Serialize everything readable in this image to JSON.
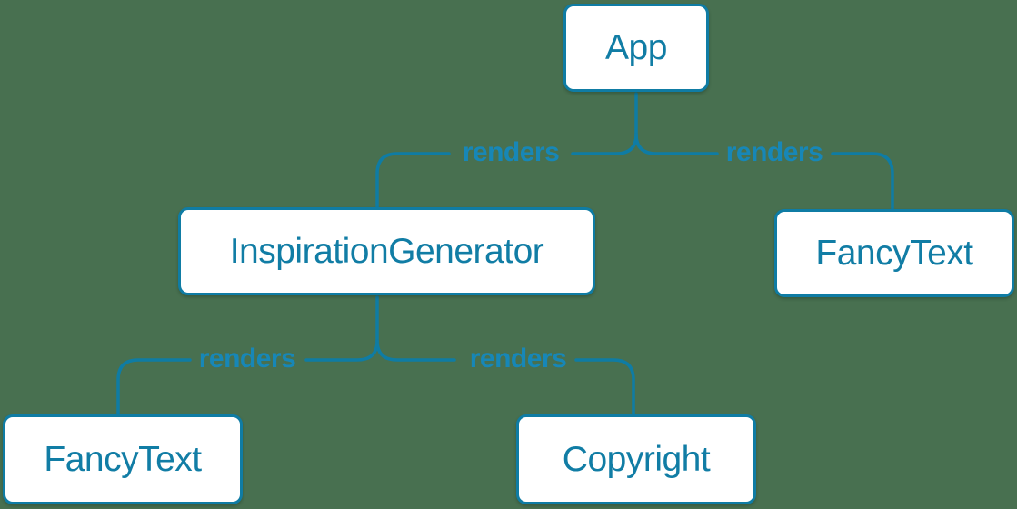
{
  "diagram": {
    "kind": "component-render-tree",
    "nodes": [
      {
        "id": "app",
        "label": "App"
      },
      {
        "id": "inspiration-generator",
        "label": "InspirationGenerator"
      },
      {
        "id": "fancy-text-right",
        "label": "FancyText"
      },
      {
        "id": "fancy-text-left",
        "label": "FancyText"
      },
      {
        "id": "copyright",
        "label": "Copyright"
      }
    ],
    "edges": [
      {
        "from": "App",
        "to": "InspirationGenerator",
        "label": "renders"
      },
      {
        "from": "App",
        "to": "FancyText",
        "label": "renders"
      },
      {
        "from": "InspirationGenerator",
        "to": "FancyText",
        "label": "renders"
      },
      {
        "from": "InspirationGenerator",
        "to": "Copyright",
        "label": "renders"
      }
    ],
    "colors": {
      "background": "#487050",
      "node_fill": "#ffffff",
      "node_border": "#0f7ca4",
      "node_text": "#117da5",
      "edge_line": "#0f7ca4",
      "edge_label": "#1787b7"
    }
  }
}
